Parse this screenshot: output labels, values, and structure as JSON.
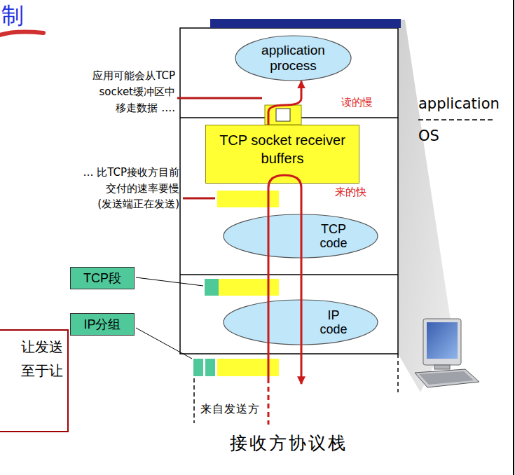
{
  "diagram": {
    "title": "制",
    "nodes": [
      {
        "text": [
          "application process"
        ]
      },
      {
        "text": [
          "TCP socket receiver buffers"
        ]
      },
      {
        "text": [
          "TCP code"
        ]
      },
      {
        "text": [
          "IP code"
        ]
      },
      {
        "text": [
          "TCP段"
        ]
      },
      {
        "text": [
          "IP分组"
        ]
      },
      {
        "text": [
          "让发送 至于让"
        ]
      }
    ],
    "edges": [
      {
        "from": 1,
        "to": 0,
        "arrow": "to"
      }
    ],
    "labels": [
      "应用可能会从TCP socket缓冲区中 移走数据 ….",
      "… 比TCP接收方目前 交付的速率要慢 (发送端正在发送)",
      "读的慢",
      "来的快",
      "application",
      "OS",
      "来自发送方",
      "接收方协议栈"
    ]
  }
}
